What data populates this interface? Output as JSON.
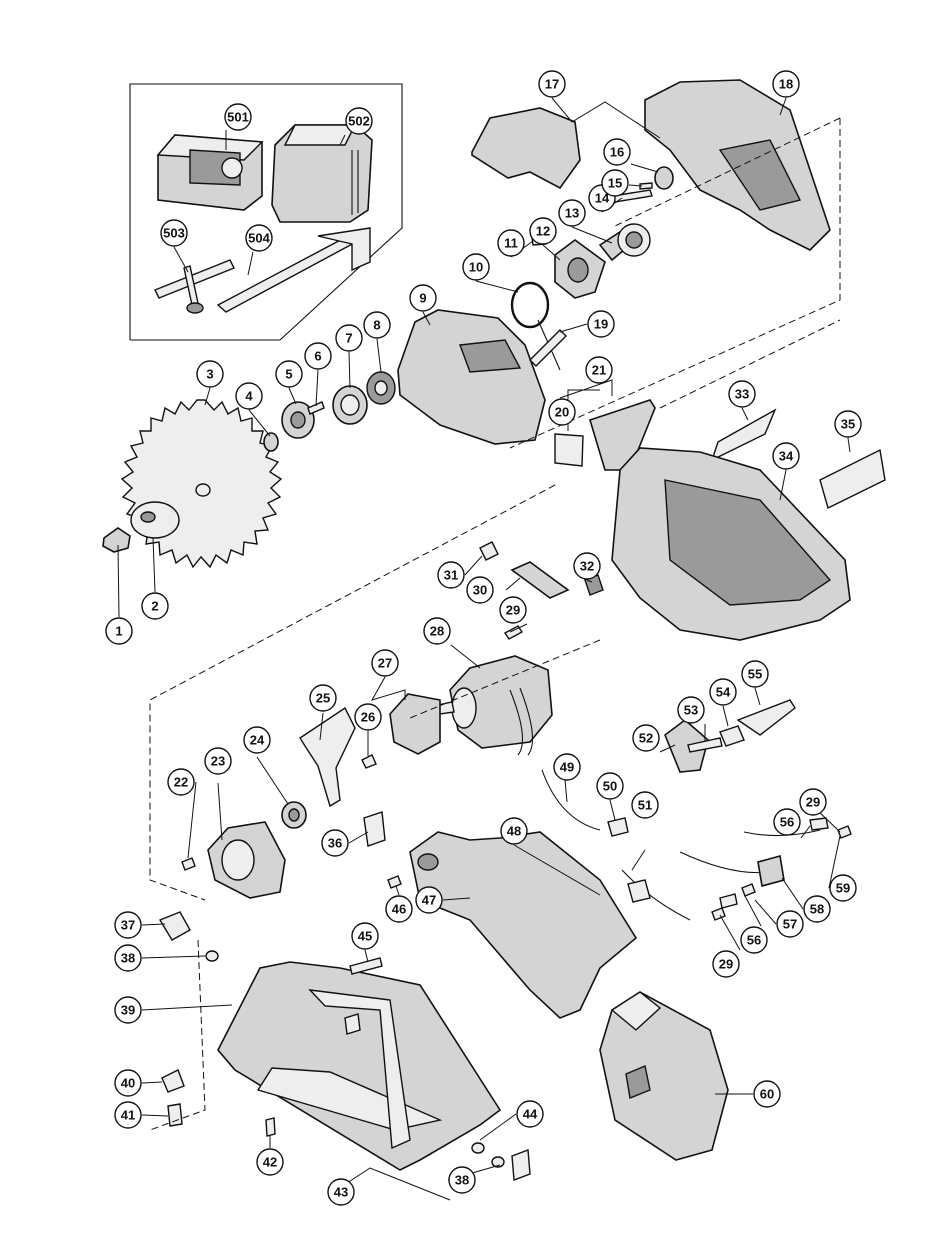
{
  "diagram": {
    "callouts": [
      {
        "label": "1"
      },
      {
        "label": "2"
      },
      {
        "label": "3"
      },
      {
        "label": "4"
      },
      {
        "label": "5"
      },
      {
        "label": "6"
      },
      {
        "label": "7"
      },
      {
        "label": "8"
      },
      {
        "label": "9"
      },
      {
        "label": "10"
      },
      {
        "label": "11"
      },
      {
        "label": "12"
      },
      {
        "label": "13"
      },
      {
        "label": "14"
      },
      {
        "label": "15"
      },
      {
        "label": "16"
      },
      {
        "label": "17"
      },
      {
        "label": "18"
      },
      {
        "label": "19"
      },
      {
        "label": "20"
      },
      {
        "label": "21"
      },
      {
        "label": "22"
      },
      {
        "label": "23"
      },
      {
        "label": "24"
      },
      {
        "label": "25"
      },
      {
        "label": "26"
      },
      {
        "label": "27"
      },
      {
        "label": "28"
      },
      {
        "label": "29"
      },
      {
        "label": "29"
      },
      {
        "label": "29"
      },
      {
        "label": "30"
      },
      {
        "label": "31"
      },
      {
        "label": "32"
      },
      {
        "label": "33"
      },
      {
        "label": "34"
      },
      {
        "label": "35"
      },
      {
        "label": "36"
      },
      {
        "label": "37"
      },
      {
        "label": "38"
      },
      {
        "label": "38"
      },
      {
        "label": "39"
      },
      {
        "label": "40"
      },
      {
        "label": "41"
      },
      {
        "label": "42"
      },
      {
        "label": "43"
      },
      {
        "label": "44"
      },
      {
        "label": "45"
      },
      {
        "label": "46"
      },
      {
        "label": "47"
      },
      {
        "label": "48"
      },
      {
        "label": "49"
      },
      {
        "label": "50"
      },
      {
        "label": "51"
      },
      {
        "label": "52"
      },
      {
        "label": "53"
      },
      {
        "label": "54"
      },
      {
        "label": "55"
      },
      {
        "label": "56"
      },
      {
        "label": "56"
      },
      {
        "label": "57"
      },
      {
        "label": "58"
      },
      {
        "label": "59"
      },
      {
        "label": "60"
      },
      {
        "label": "501"
      },
      {
        "label": "502"
      },
      {
        "label": "503"
      },
      {
        "label": "504"
      }
    ]
  }
}
